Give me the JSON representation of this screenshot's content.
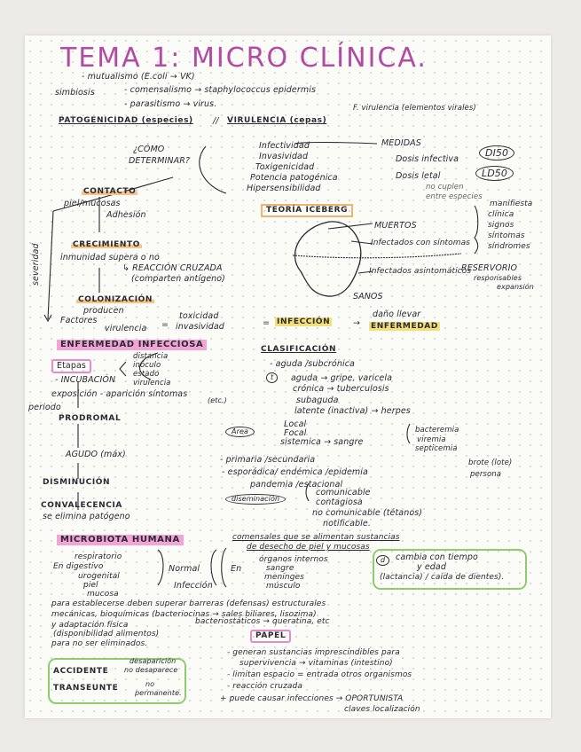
{
  "title": "TEMA 1: MICRO CLÍNICA.",
  "symbiosis": {
    "label": "simbiosis",
    "mutualismo": "- mutualismo (E.coli → VK)",
    "comensalismo": "- comensalismo → staphylococcus epidermis",
    "parasitismo": "- parasitismo → virus."
  },
  "pathogenicity": {
    "patogenicidad": "PATOGENICIDAD (especies)",
    "sep": "//",
    "virulencia": "VIRULENCIA (cepas)",
    "f_virulencia": "F. virulencia (elementos virales)"
  },
  "como": {
    "question_1": "¿CÓMO",
    "question_2": "DETERMINAR?",
    "items": [
      "Infectividad",
      "Invasividad",
      "Toxigenicidad",
      "Potencia patogénica",
      "Hipersensibilidad"
    ]
  },
  "medidas": {
    "label": "MEDIDAS",
    "dosis_infectiva": "Dosis infectiva",
    "di50": "DI50",
    "dosis_letal": "Dosis letal",
    "ld50": "LD50",
    "note_1": "no cuplen",
    "note_2": "entre especies"
  },
  "severidad": "severidad",
  "stages_left": {
    "contacto": "CONTACTO",
    "contacto_sub": "piel/mucosas",
    "adhesion": "Adhesión",
    "crecimiento": "CRECIMIENTO",
    "inmunidad": "inmunidad supera o no",
    "reaccion": "↳ REACCIÓN CRUZADA",
    "reaccion_sub": "(comparten antígeno)",
    "colonizacion": "COLONIZACIÓN",
    "producen": "producen",
    "factores": "Factores",
    "virulencia": "virulencia",
    "eq": "=",
    "toxicidad": "toxicidad",
    "invasividad": "invasividad",
    "eq2": "=",
    "infeccion": "INFECCIÓN",
    "arrow": "→",
    "dano": "daño llevar",
    "enfermedad": "ENFERMEDAD"
  },
  "iceberg": {
    "label": "TEORÍA ICEBERG",
    "muertos": "MUERTOS",
    "infectados_sintomas": "Infectados con síntomas",
    "infectados_asint": "Infectados asintomáticos",
    "reservorio": "RESERVORIO",
    "reservorio_sub_1": "responsables",
    "reservorio_sub_2": "expansión",
    "sanos": "SANOS",
    "clinica": [
      "manifiesta",
      "clínica",
      "signos",
      "síntomas",
      "síndromes"
    ]
  },
  "enfermedad": {
    "heading": "ENFERMEDAD INFECCIOSA",
    "etapas": "Etapas",
    "etapas_list": [
      "distancia",
      "inóculo",
      "estado",
      "virulencia"
    ],
    "incubacion": "- INCUBACIÓN",
    "exposicion": "exposición - aparición síntomas",
    "etc": "(etc.)",
    "periodo": "periodo",
    "prodromal": "PRODROMAL",
    "agudo": "AGUDO (máx)",
    "disminucion": "DISMINUCIÓN",
    "convalecencia": "CONVALECENCIA",
    "convalecencia_sub": "se elimina patógeno"
  },
  "clasificacion": {
    "heading": "CLASIFICACIÓN",
    "aguda_cronica": "- aguda /subcrónica",
    "t_letter": "t",
    "aguda": "aguda → gripe, varicela",
    "cronica": "crónica → tuberculosis",
    "subaguda": "subaguda",
    "latente": "latente (inactiva) → herpes",
    "area": "Área",
    "local": "Local",
    "focal": "Focal",
    "sistemica": "sistemica → sangre",
    "bacteremia": "bacteremia",
    "viremia": "viremia",
    "septicemia": "septicemia",
    "primaria": "- primaria /secundaria",
    "esporadica": "- esporádica/ endémica /epidemia",
    "pandemia": "pandemia /estacional",
    "brote": "brote (lote)",
    "persona": "persona",
    "diseminacion": "diseminación",
    "comunicable": "comunicable",
    "contagiosa": "contagiosa",
    "no_comunicable": "no comunicable (tétanos)",
    "notificable": "notificable."
  },
  "microbiota": {
    "heading": "MICROBIOTA HUMANA",
    "desc_1": "comensales que se alimentan sustancias",
    "desc_2": "de desecho de piel y mucosas",
    "sites": [
      "respiratorio",
      "En digestivo",
      "urogenital",
      "piel"
    ],
    "mucosa": "mucosa",
    "normal": "Normal",
    "infeccion": "Infección",
    "en": "En",
    "organos": "órganos internos",
    "organos_list": [
      "sangre",
      "meninges",
      "músculo"
    ],
    "circle_d": "d",
    "cambia_1": "cambia con tiempo",
    "cambia_2": "y edad",
    "cambia_3": "(lactancia) / caída de dientes)."
  },
  "para": {
    "line_1": "para establecerse deben superar barreras (defensas) estructurales",
    "line_2": "mecánicas, bioquímicas (bacteriocinas → sales biliares, lisozima)",
    "line_3": "y adaptación física",
    "line_3b": "bacteriostáticos → queratina, etc",
    "line_4": "(disponibilidad alimentos)",
    "line_5": "para no ser eliminados."
  },
  "papel": {
    "label": "PAPEL",
    "accidente": "ACCIDENTE",
    "accidente_note_1": "desaparición",
    "accidente_note_2": "no desaparece",
    "transeunte": "TRANSEUNTE",
    "transeunte_note_1": "no",
    "transeunte_note_2": "permanente.",
    "items": [
      "- generan sustancias imprescindibles para",
      "supervivencia → vitaminas (intestino)",
      "- limitan espacio = entrada otros organismos",
      "- reacción cruzada",
      "+ puede causar infecciones → OPORTUNISTA",
      "claves localización"
    ]
  },
  "colors": {
    "title": "#b34aa6",
    "orange": "#f7c488",
    "pink": "#f3a3d6",
    "yellow": "#f3e07a",
    "green": "#8fcc6e"
  }
}
